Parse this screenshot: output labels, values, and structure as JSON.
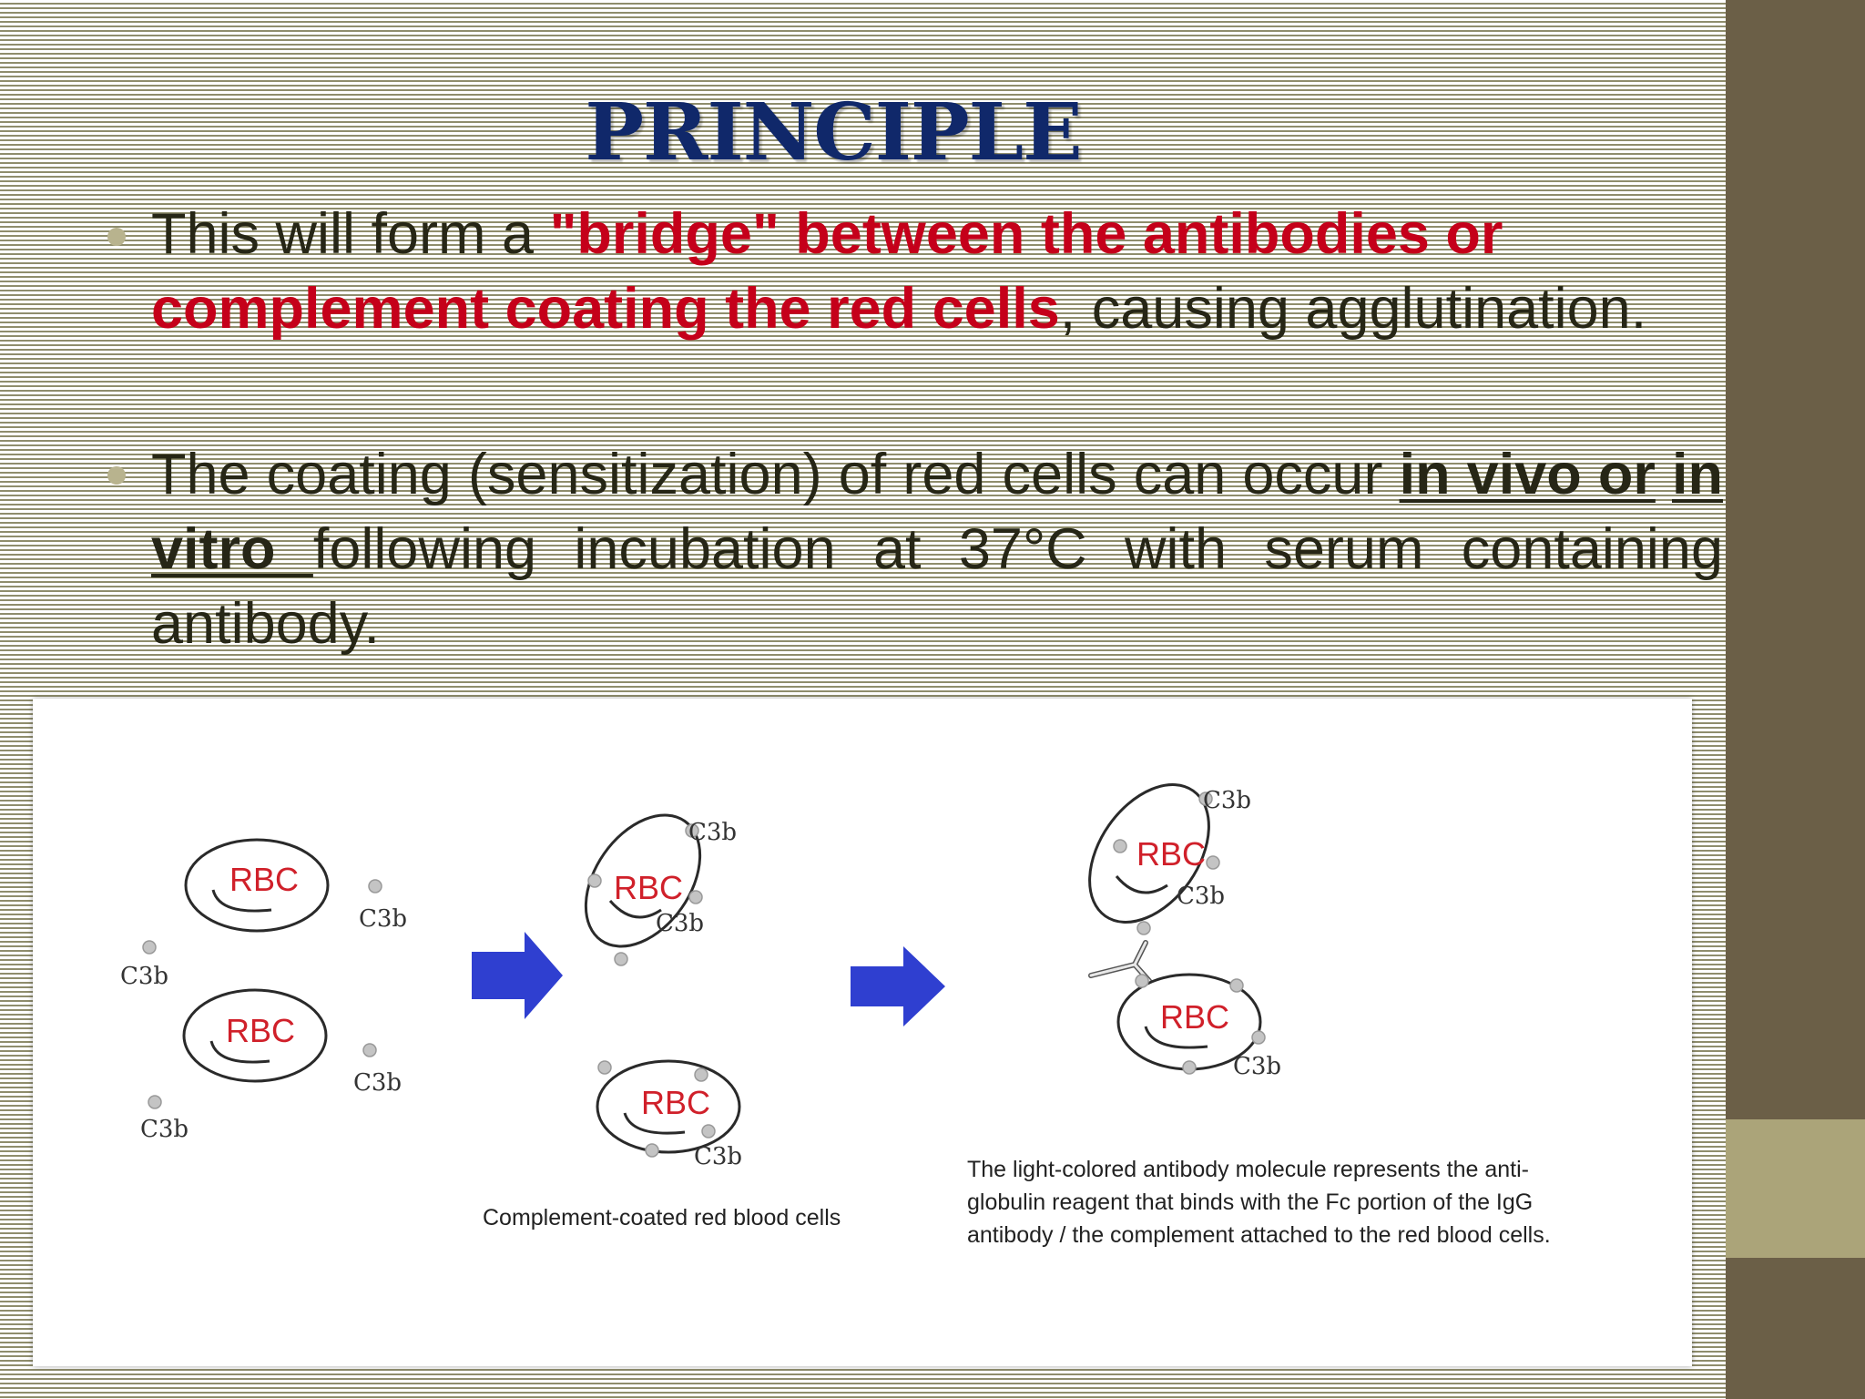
{
  "title": "PRINCIPLE",
  "bullets": [
    {
      "pre": "This will form a ",
      "emphasis": "\"bridge\" between the antibodies or complement coating the red cells",
      "post": ", causing agglutination."
    },
    {
      "pre": "The coating (sensitization) of red cells can occur ",
      "term1": "in vivo or",
      "mid": " ",
      "term2": "in vitro ",
      "post": "following incubation at 37°C with serum containing antibody."
    }
  ],
  "figure": {
    "cell_label": "RBC",
    "complement_label": "C3b",
    "caption_left": "Complement-coated red blood cells",
    "caption_right_lines": [
      "The light-colored antibody molecule represents the anti-",
      "globulin reagent that binds with the Fc portion of the IgG",
      "antibody / the complement attached to the red blood cells."
    ],
    "colors": {
      "cell_label": "#d0202a",
      "arrow": "#2f3fd0",
      "title": "#10286a",
      "emphasis": "#c5001a"
    }
  }
}
